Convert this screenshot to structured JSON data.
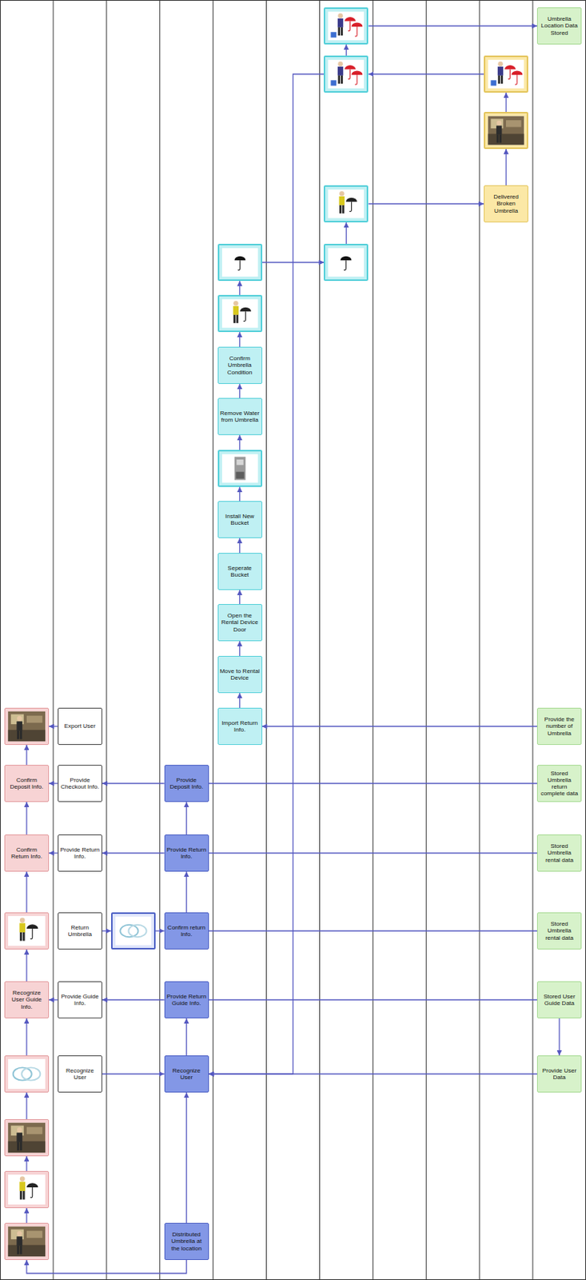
{
  "diagram": {
    "nodes": [
      {
        "text": []
      },
      {
        "text": [
          "Confirm Deposit Info."
        ]
      },
      {
        "text": [
          "Confirm Return Info."
        ]
      },
      {
        "text": []
      },
      {
        "text": [
          "Recognize User Guide Info."
        ]
      },
      {
        "text": []
      },
      {
        "text": []
      },
      {
        "text": []
      },
      {
        "text": []
      },
      {
        "text": [
          "Export User"
        ]
      },
      {
        "text": [
          "Provide Checkout Info."
        ]
      },
      {
        "text": [
          "Provide Return Info."
        ]
      },
      {
        "text": [
          "Return Umbrella"
        ]
      },
      {
        "text": [
          "Provide Guide Info."
        ]
      },
      {
        "text": [
          "Recognize User"
        ]
      },
      {
        "text": []
      },
      {
        "text": [
          "Provide Deposit Info."
        ]
      },
      {
        "text": [
          "Provide Return Info."
        ]
      },
      {
        "text": [
          "Confirm return Info."
        ]
      },
      {
        "text": [
          "Provide Return Guide Info."
        ]
      },
      {
        "text": [
          "Recognize User"
        ]
      },
      {
        "text": [
          "Distributed Umbrella at the location"
        ]
      },
      {
        "text": []
      },
      {
        "text": []
      },
      {
        "text": [
          "Confirm Umbrella Condition"
        ]
      },
      {
        "text": [
          "Remove Water from Umbrella"
        ]
      },
      {
        "text": []
      },
      {
        "text": [
          "Install New Bucket"
        ]
      },
      {
        "text": [
          "Seperate Bucket"
        ]
      },
      {
        "text": [
          "Open the Rental Device Door"
        ]
      },
      {
        "text": [
          "Move to Rental Device"
        ]
      },
      {
        "text": [
          "Import Return Info."
        ]
      },
      {
        "text": []
      },
      {
        "text": []
      },
      {
        "text": []
      },
      {
        "text": []
      },
      {
        "text": []
      },
      {
        "text": []
      },
      {
        "text": [
          "Delivered Broken Umbrella"
        ]
      },
      {
        "text": [
          "Umbrella Location Data Stored"
        ]
      },
      {
        "text": [
          "Provide the number of Umbrella"
        ]
      },
      {
        "text": [
          "Stored Umbrella return complete data"
        ]
      },
      {
        "text": [
          "Stored Umbrella rental data"
        ]
      },
      {
        "text": [
          "Stored Umbrella rental data"
        ]
      },
      {
        "text": [
          "Stored User Guide Data"
        ]
      },
      {
        "text": [
          "Provide User Data"
        ]
      }
    ],
    "edges": [
      {
        "from": 8,
        "to": 7,
        "arrow": "to"
      },
      {
        "from": 7,
        "to": 6,
        "arrow": "to"
      },
      {
        "from": 6,
        "to": 5,
        "arrow": "to"
      },
      {
        "from": 5,
        "to": 4,
        "arrow": "to"
      },
      {
        "from": 4,
        "to": 3,
        "arrow": "to"
      },
      {
        "from": 3,
        "to": 2,
        "arrow": "to"
      },
      {
        "from": 2,
        "to": 1,
        "arrow": "to"
      },
      {
        "from": 1,
        "to": 0,
        "arrow": "to"
      },
      {
        "from": 9,
        "to": 0,
        "arrow": "to"
      },
      {
        "from": 21,
        "to": 8,
        "arrow": "to"
      },
      {
        "from": 21,
        "to": 20,
        "arrow": "to"
      },
      {
        "from": 14,
        "to": 20,
        "arrow": "to"
      },
      {
        "from": 20,
        "to": 19,
        "arrow": "to"
      },
      {
        "from": 19,
        "to": 13,
        "arrow": "to"
      },
      {
        "from": 13,
        "to": 4,
        "arrow": "to"
      },
      {
        "from": 12,
        "to": 15,
        "arrow": "to"
      },
      {
        "from": 15,
        "to": 18,
        "arrow": "to"
      },
      {
        "from": 18,
        "to": 17,
        "arrow": "to"
      },
      {
        "from": 17,
        "to": 11,
        "arrow": "to"
      },
      {
        "from": 11,
        "to": 2,
        "arrow": "to"
      },
      {
        "from": 17,
        "to": 16,
        "arrow": "to"
      },
      {
        "from": 16,
        "to": 10,
        "arrow": "to"
      },
      {
        "from": 10,
        "to": 1,
        "arrow": "to"
      },
      {
        "from": 19,
        "to": 44,
        "arrow": "none"
      },
      {
        "from": 18,
        "to": 43,
        "arrow": "none"
      },
      {
        "from": 17,
        "to": 42,
        "arrow": "none"
      },
      {
        "from": 16,
        "to": 41,
        "arrow": "none"
      },
      {
        "from": 44,
        "to": 45,
        "arrow": "to"
      },
      {
        "from": 45,
        "to": 20,
        "arrow": "to"
      },
      {
        "from": 40,
        "to": 31,
        "arrow": "to"
      },
      {
        "from": 31,
        "to": 30,
        "arrow": "to"
      },
      {
        "from": 30,
        "to": 29,
        "arrow": "to"
      },
      {
        "from": 29,
        "to": 28,
        "arrow": "to"
      },
      {
        "from": 28,
        "to": 27,
        "arrow": "to"
      },
      {
        "from": 27,
        "to": 26,
        "arrow": "to"
      },
      {
        "from": 26,
        "to": 25,
        "arrow": "to"
      },
      {
        "from": 25,
        "to": 24,
        "arrow": "to"
      },
      {
        "from": 24,
        "to": 23,
        "arrow": "to"
      },
      {
        "from": 23,
        "to": 22,
        "arrow": "to"
      },
      {
        "from": 22,
        "to": 35,
        "arrow": "to"
      },
      {
        "from": 35,
        "to": 34,
        "arrow": "to"
      },
      {
        "from": 34,
        "to": 38,
        "arrow": "to"
      },
      {
        "from": 38,
        "to": 37,
        "arrow": "to"
      },
      {
        "from": 37,
        "to": 36,
        "arrow": "to"
      },
      {
        "from": 36,
        "to": 33,
        "arrow": "to"
      },
      {
        "from": 33,
        "to": 32,
        "arrow": "to"
      },
      {
        "from": 32,
        "to": 39,
        "arrow": "to"
      },
      {
        "from": 33,
        "to": 20,
        "arrow": "to"
      }
    ]
  }
}
